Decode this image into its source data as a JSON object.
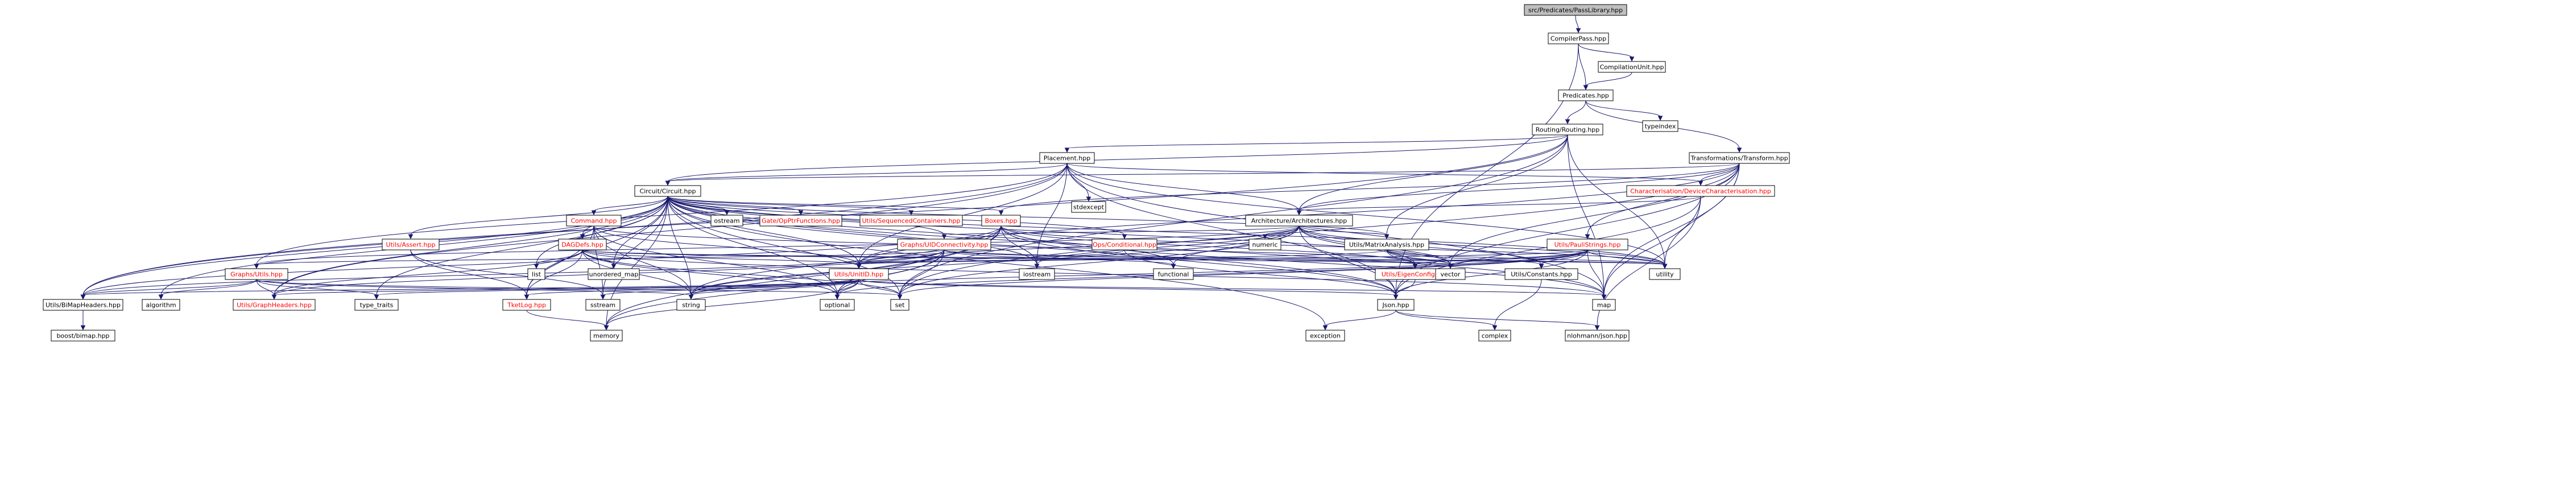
{
  "colors": {
    "edge": "#191970",
    "root_fill": "#bfbfbf",
    "node_fill": "#ffffff",
    "link_text": "#000000",
    "red_text": "#ff0000",
    "gray_text": "#999999"
  },
  "nodes": [
    {
      "id": "root",
      "label": "src/Predicates/PassLibrary.hpp",
      "kind": "root"
    },
    {
      "id": "compilerpass",
      "label": "CompilerPass.hpp",
      "kind": "link"
    },
    {
      "id": "compilationunit",
      "label": "CompilationUnit.hpp",
      "kind": "link"
    },
    {
      "id": "predicates",
      "label": "Predicates.hpp",
      "kind": "link"
    },
    {
      "id": "typeindex",
      "label": "typeindex",
      "kind": "sys"
    },
    {
      "id": "routing",
      "label": "Routing/Routing.hpp",
      "kind": "link"
    },
    {
      "id": "transform",
      "label": "Transformations/Transform.hpp",
      "kind": "link"
    },
    {
      "id": "placement",
      "label": "Placement.hpp",
      "kind": "link"
    },
    {
      "id": "circuit",
      "label": "Circuit/Circuit.hpp",
      "kind": "link"
    },
    {
      "id": "stdexcept",
      "label": "stdexcept",
      "kind": "sys"
    },
    {
      "id": "devchar",
      "label": "Characterisation/DeviceCharacterisation.hpp",
      "kind": "red"
    },
    {
      "id": "command",
      "label": "Command.hpp",
      "kind": "red"
    },
    {
      "id": "ostream_c",
      "label": "ostream",
      "kind": "sys"
    },
    {
      "id": "opptr",
      "label": "Gate/OpPtrFunctions.hpp",
      "kind": "red"
    },
    {
      "id": "seqcont",
      "label": "Utils/SequencedContainers.hpp",
      "kind": "red"
    },
    {
      "id": "boxes",
      "label": "Boxes.hpp",
      "kind": "red"
    },
    {
      "id": "arch",
      "label": "Architecture/Architectures.hpp",
      "kind": "link"
    },
    {
      "id": "assert",
      "label": "Utils/Assert.hpp",
      "kind": "red"
    },
    {
      "id": "dagdefs",
      "label": "DAGDefs.hpp",
      "kind": "red"
    },
    {
      "id": "uidconn",
      "label": "Graphs/UIDConnectivity.hpp",
      "kind": "red"
    },
    {
      "id": "conditional",
      "label": "Ops/Conditional.hpp",
      "kind": "red"
    },
    {
      "id": "numeric",
      "label": "numeric",
      "kind": "sys"
    },
    {
      "id": "matrixanalysis",
      "label": "Utils/MatrixAnalysis.hpp",
      "kind": "link"
    },
    {
      "id": "paulistrings",
      "label": "Utils/PauliStrings.hpp",
      "kind": "red"
    },
    {
      "id": "graphutils",
      "label": "Graphs/Utils.hpp",
      "kind": "red"
    },
    {
      "id": "list",
      "label": "list",
      "kind": "sys"
    },
    {
      "id": "unordered_map",
      "label": "unordered_map",
      "kind": "sys"
    },
    {
      "id": "unitid",
      "label": "Utils/UnitID.hpp",
      "kind": "red"
    },
    {
      "id": "iostream",
      "label": "iostream",
      "kind": "sys"
    },
    {
      "id": "functional",
      "label": "functional",
      "kind": "sys"
    },
    {
      "id": "eigenconfig",
      "label": "Utils/EigenConfig.hpp",
      "kind": "red"
    },
    {
      "id": "vector",
      "label": "vector",
      "kind": "sys"
    },
    {
      "id": "constants",
      "label": "Utils/Constants.hpp",
      "kind": "link"
    },
    {
      "id": "utility",
      "label": "utility",
      "kind": "sys"
    },
    {
      "id": "bitmap",
      "label": "Utils/BiMapHeaders.hpp",
      "kind": "link"
    },
    {
      "id": "algorithm",
      "label": "algorithm",
      "kind": "sys"
    },
    {
      "id": "graphheaders",
      "label": "Utils/GraphHeaders.hpp",
      "kind": "red"
    },
    {
      "id": "type_traits",
      "label": "type_traits",
      "kind": "sys"
    },
    {
      "id": "tketlog",
      "label": "TketLog.hpp",
      "kind": "red"
    },
    {
      "id": "sstream",
      "label": "sstream",
      "kind": "sys"
    },
    {
      "id": "string",
      "label": "string",
      "kind": "sys"
    },
    {
      "id": "optional",
      "label": "optional",
      "kind": "sys"
    },
    {
      "id": "set",
      "label": "set",
      "kind": "sys"
    },
    {
      "id": "json",
      "label": "Json.hpp",
      "kind": "link"
    },
    {
      "id": "map",
      "label": "map",
      "kind": "sys"
    },
    {
      "id": "memory",
      "label": "memory",
      "kind": "sys"
    },
    {
      "id": "exception",
      "label": "exception",
      "kind": "sys"
    },
    {
      "id": "complex",
      "label": "complex",
      "kind": "sys"
    },
    {
      "id": "nlohmann",
      "label": "nlohmann/json.hpp",
      "kind": "sys"
    },
    {
      "id": "boostbimap",
      "label": "boost/bimap.hpp",
      "kind": "sys"
    }
  ]
}
